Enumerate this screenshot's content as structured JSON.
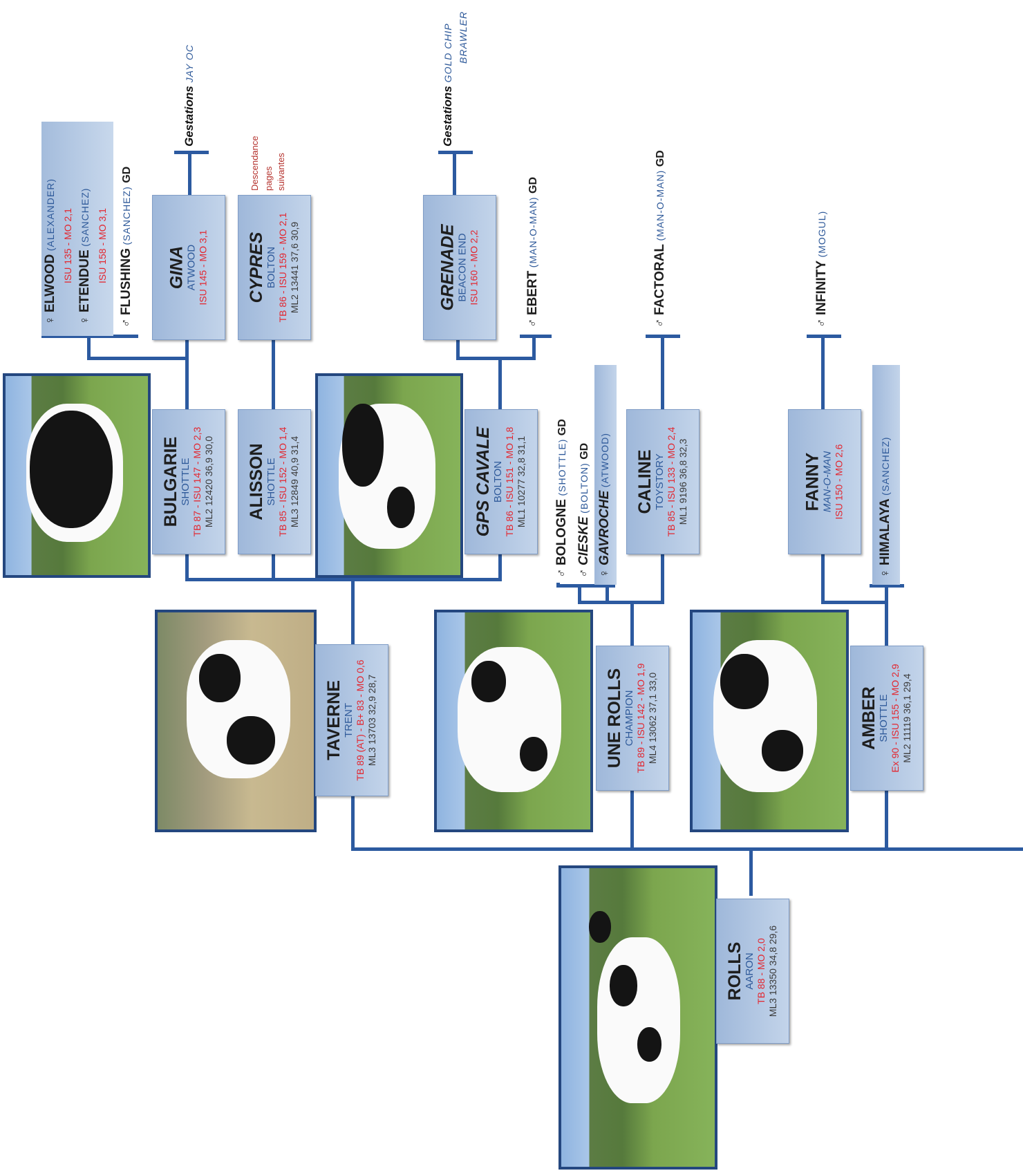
{
  "nodes": {
    "rolls": {
      "name": "ROLLS",
      "sire": "AARON",
      "line1": "TB 88 - MO 2,0",
      "line2": "ML3 13350  34,8  29,6"
    },
    "taverne": {
      "name": "TAVERNE",
      "sire": "TRENT",
      "line1": "TB 89 (AT) - B+ 83 - MO 0,6",
      "line2": "ML3 13703  32,9  28,7"
    },
    "une_rolls": {
      "name": "UNE ROLLS",
      "sire": "CHAMPION",
      "line1": "TB 89 - ISU 142 - MO 1,9",
      "line2": "ML4  13062  37,1  33,0"
    },
    "amber": {
      "name": "AMBER",
      "sire": "SHOTTLE",
      "line1": "Ex 90 - ISU 155 - MO 2,9",
      "line2": "ML2 11119  36,1  29,4"
    },
    "bulgarie": {
      "name": "BULGARIE",
      "sire": "SHOTTLE",
      "line1": "TB 87 - ISU 147 - MO 2,3",
      "line2": "ML2  12420  36,9  30,0"
    },
    "alisson": {
      "name": "ALISSON",
      "sire": "SHOTTLE",
      "line1": "TB 85 - ISU 152 - MO 1,4",
      "line2": "ML3 12849  40,9  31,4"
    },
    "gps_cavale": {
      "name": "GPS CAVALE",
      "sire": "BOLTON",
      "line1": "TB 86 - ISU 151 - MO 1,8",
      "line2": "ML1 10277  32,8  31,1"
    },
    "caline": {
      "name": "CALINE",
      "sire": "TOYSTORY",
      "line1": "TB 85 - ISU 133 - MO 2,4",
      "line2": "ML1 9196  36,8  32,3"
    },
    "fanny": {
      "name": "FANNY",
      "sire": "MAN-O-MAN",
      "line1": "ISU 150 - MO 2,6"
    },
    "gina": {
      "name": "GINA",
      "sire": "ATWOOD",
      "line1": "ISU 145 - MO 3,1"
    },
    "cypres": {
      "name": "CYPRES",
      "sire": "BOLTON",
      "line1": "TB 86 - ISU 159 - MO 2,1",
      "line2": "ML2  13441  37,6  30,9"
    },
    "grenade": {
      "name": "GRENADE",
      "sire": "BEACON END",
      "line1": "ISU 160 - MO 2,2"
    },
    "elwood_box": {
      "elwood": {
        "sym": "♀",
        "name": "ELWOOD",
        "sire": "(ALEXANDER)",
        "line": "ISU 135 - MO 2,1"
      },
      "etendue": {
        "sym": "♀",
        "name": "ETENDUE",
        "sire": "(SANCHEZ)",
        "line": "ISU 158 - MO 3,1"
      }
    },
    "gavroche_box": {
      "sym": "♀",
      "name": "GAVROCHE",
      "sire": "(ATWOOD)"
    },
    "himalaya_box": {
      "sym": "♀",
      "name": "HIMALAYA",
      "sire": "(SANCHEZ)"
    }
  },
  "labels": {
    "flushing": {
      "sym": "♂",
      "name": "FLUSHING",
      "sire": "(SANCHEZ)",
      "suffix": "GD"
    },
    "ebert": {
      "sym": "♂",
      "name": "EBERT",
      "sire": "(MAN-O-MAN)",
      "suffix": "GD"
    },
    "factoral": {
      "sym": "♂",
      "name": "FACTORAL",
      "sire": "(MAN-O-MAN)",
      "suffix": "GD"
    },
    "infinity": {
      "sym": "♂",
      "name": "INFINITY",
      "sire": "(MOGUL)"
    },
    "bologne": {
      "sym": "♂",
      "name": "BOLOGNE",
      "sire": "(SHOTTLE)",
      "suffix": "GD"
    },
    "cieske": {
      "sym": "♂",
      "name": "CIESKE",
      "sire": "(BOLTON)",
      "suffix": "GD"
    },
    "gest1": {
      "word": "Gestations",
      "detail": "JAY OC"
    },
    "gest2": {
      "word": "Gestations",
      "detail1": "GOLD CHIP",
      "detail2": "BRAWLER"
    },
    "desc": {
      "l1": "Descendance",
      "l2": "pages",
      "l3": "suivantes"
    }
  },
  "colors": {
    "line": "#2c5aa0",
    "box": "#b0c6e3",
    "red": "#e3262f",
    "blue": "#2f5a9a"
  }
}
